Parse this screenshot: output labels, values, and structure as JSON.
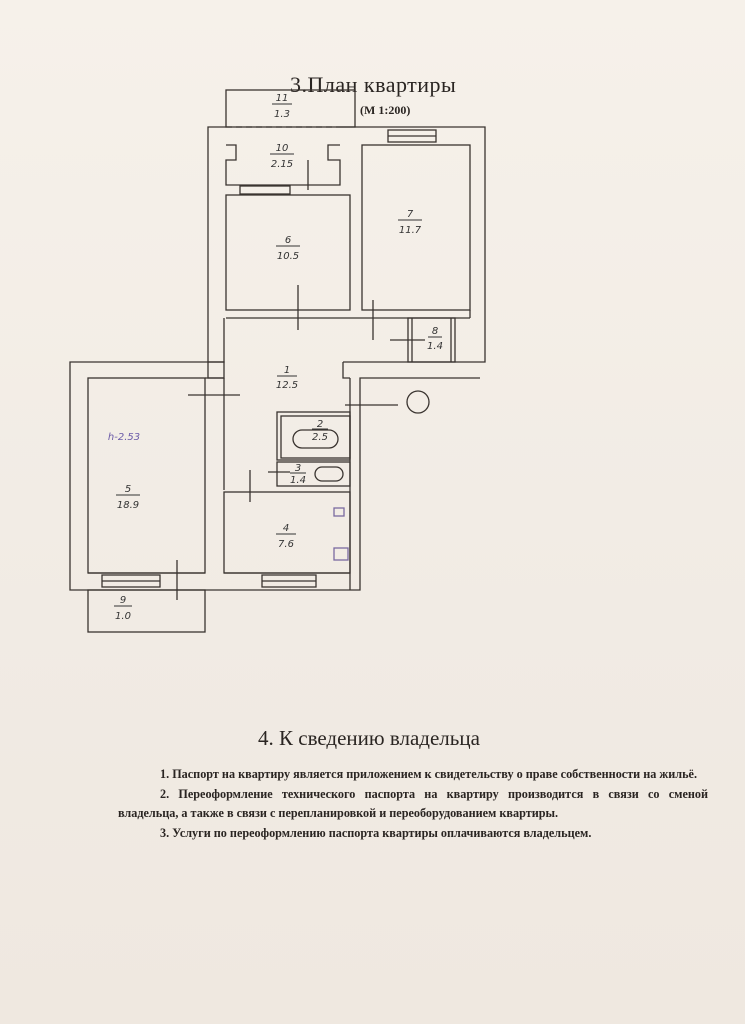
{
  "plan": {
    "title": "3.План  квартиры",
    "scale": "(М  1:200)",
    "ceiling_height": "h-2.53",
    "rooms": [
      {
        "num": "1",
        "area": "12.5"
      },
      {
        "num": "2",
        "area": "2.5"
      },
      {
        "num": "3",
        "area": "1.4"
      },
      {
        "num": "4",
        "area": "7.6"
      },
      {
        "num": "5",
        "area": "18.9"
      },
      {
        "num": "6",
        "area": "10.5"
      },
      {
        "num": "7",
        "area": "11.7"
      },
      {
        "num": "8",
        "area": "1.4"
      },
      {
        "num": "9",
        "area": "1.0"
      },
      {
        "num": "10",
        "area": "2.15"
      },
      {
        "num": "11",
        "area": "1.3"
      }
    ]
  },
  "notice": {
    "title": "4. К сведению владельца",
    "items": [
      "1. Паспорт  на квартиру является приложением к свидетельству о праве собственности на жильё.",
      "2. Переоформление технического паспорта на квартиру  производится в связи со сменой владельца, а также в связи с перепланировкой и переоборудованием квартиры.",
      "3. Услуги по переоформлению паспорта квартиры оплачиваются владельцем."
    ]
  }
}
